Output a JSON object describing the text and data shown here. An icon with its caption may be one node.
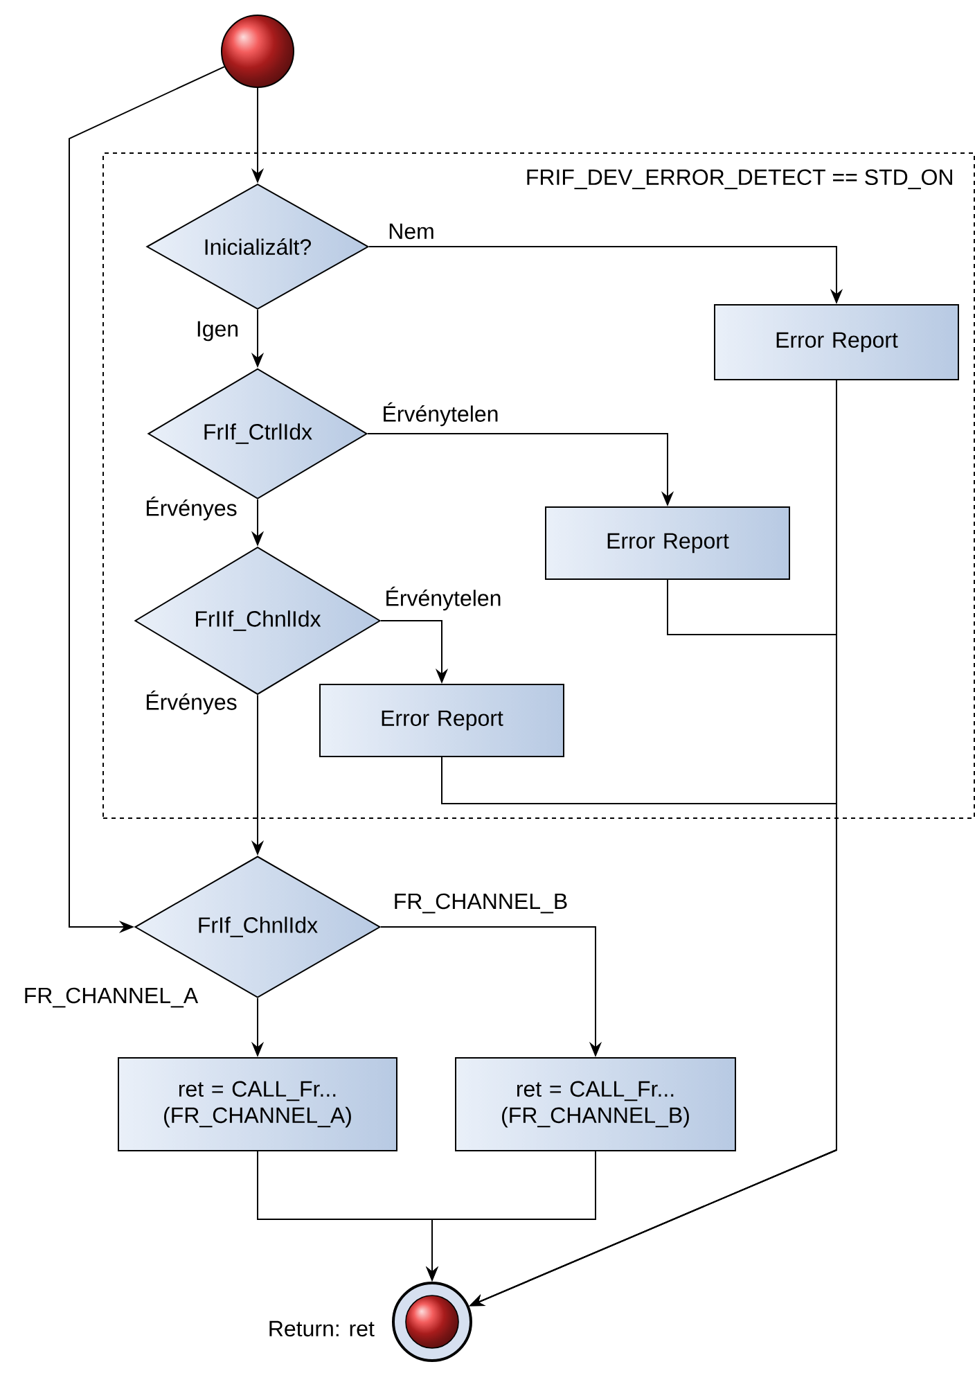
{
  "diagram": {
    "nodes": [
      {
        "text": [],
        "shape": "circle"
      },
      {
        "text": [
          "FRIF_DEV_ERROR_DETECT == STD_ON"
        ]
      },
      {
        "text": [
          "Inicializált?"
        ],
        "in": 1
      },
      {
        "text": [
          "Error Report"
        ],
        "in": 1
      },
      {
        "text": [
          "FrIf_CtrlIdx"
        ],
        "in": 1
      },
      {
        "text": [
          "Error Report"
        ],
        "in": 1
      },
      {
        "text": [
          "FrIIf_ChnlIdx"
        ],
        "in": 1
      },
      {
        "text": [
          "Error Report"
        ],
        "in": 1
      },
      {
        "text": [
          "FrIf_ChnlIdx"
        ]
      },
      {
        "text": [
          "ret = CALL_Fr... (FR_CHANNEL_A)"
        ]
      },
      {
        "text": [
          "ret = CALL_Fr... (FR_CHANNEL_B)"
        ]
      },
      {
        "text": [],
        "shape": "circle",
        "beside": [
          "Return: ret"
        ]
      }
    ],
    "edges": [
      {
        "from": 0,
        "to": 2,
        "arrow": "to"
      },
      {
        "from": 0,
        "to": 8,
        "arrow": "to"
      },
      {
        "from": 2,
        "to": 3,
        "arrow": "to",
        "label": "Nem"
      },
      {
        "from": 2,
        "to": 4,
        "arrow": "to",
        "label": "Igen"
      },
      {
        "from": 4,
        "to": 5,
        "arrow": "to",
        "label": "Érvénytelen"
      },
      {
        "from": 4,
        "to": 6,
        "arrow": "to",
        "label": "Érvényes"
      },
      {
        "from": 6,
        "to": 7,
        "arrow": "to",
        "label": "Érvénytelen"
      },
      {
        "from": 6,
        "to": 8,
        "arrow": "to",
        "label": "Érvényes"
      },
      {
        "from": 3,
        "to": 11,
        "arrow": "to"
      },
      {
        "from": 5,
        "to": 11,
        "arrow": "to"
      },
      {
        "from": 7,
        "to": 11,
        "arrow": "to"
      },
      {
        "from": 8,
        "to": 9,
        "arrow": "to",
        "label": "FR_CHANNEL_A"
      },
      {
        "from": 8,
        "to": 10,
        "arrow": "to",
        "label": "FR_CHANNEL_B"
      },
      {
        "from": 9,
        "to": 11,
        "arrow": "to"
      },
      {
        "from": 10,
        "to": 11,
        "arrow": "to"
      }
    ]
  }
}
